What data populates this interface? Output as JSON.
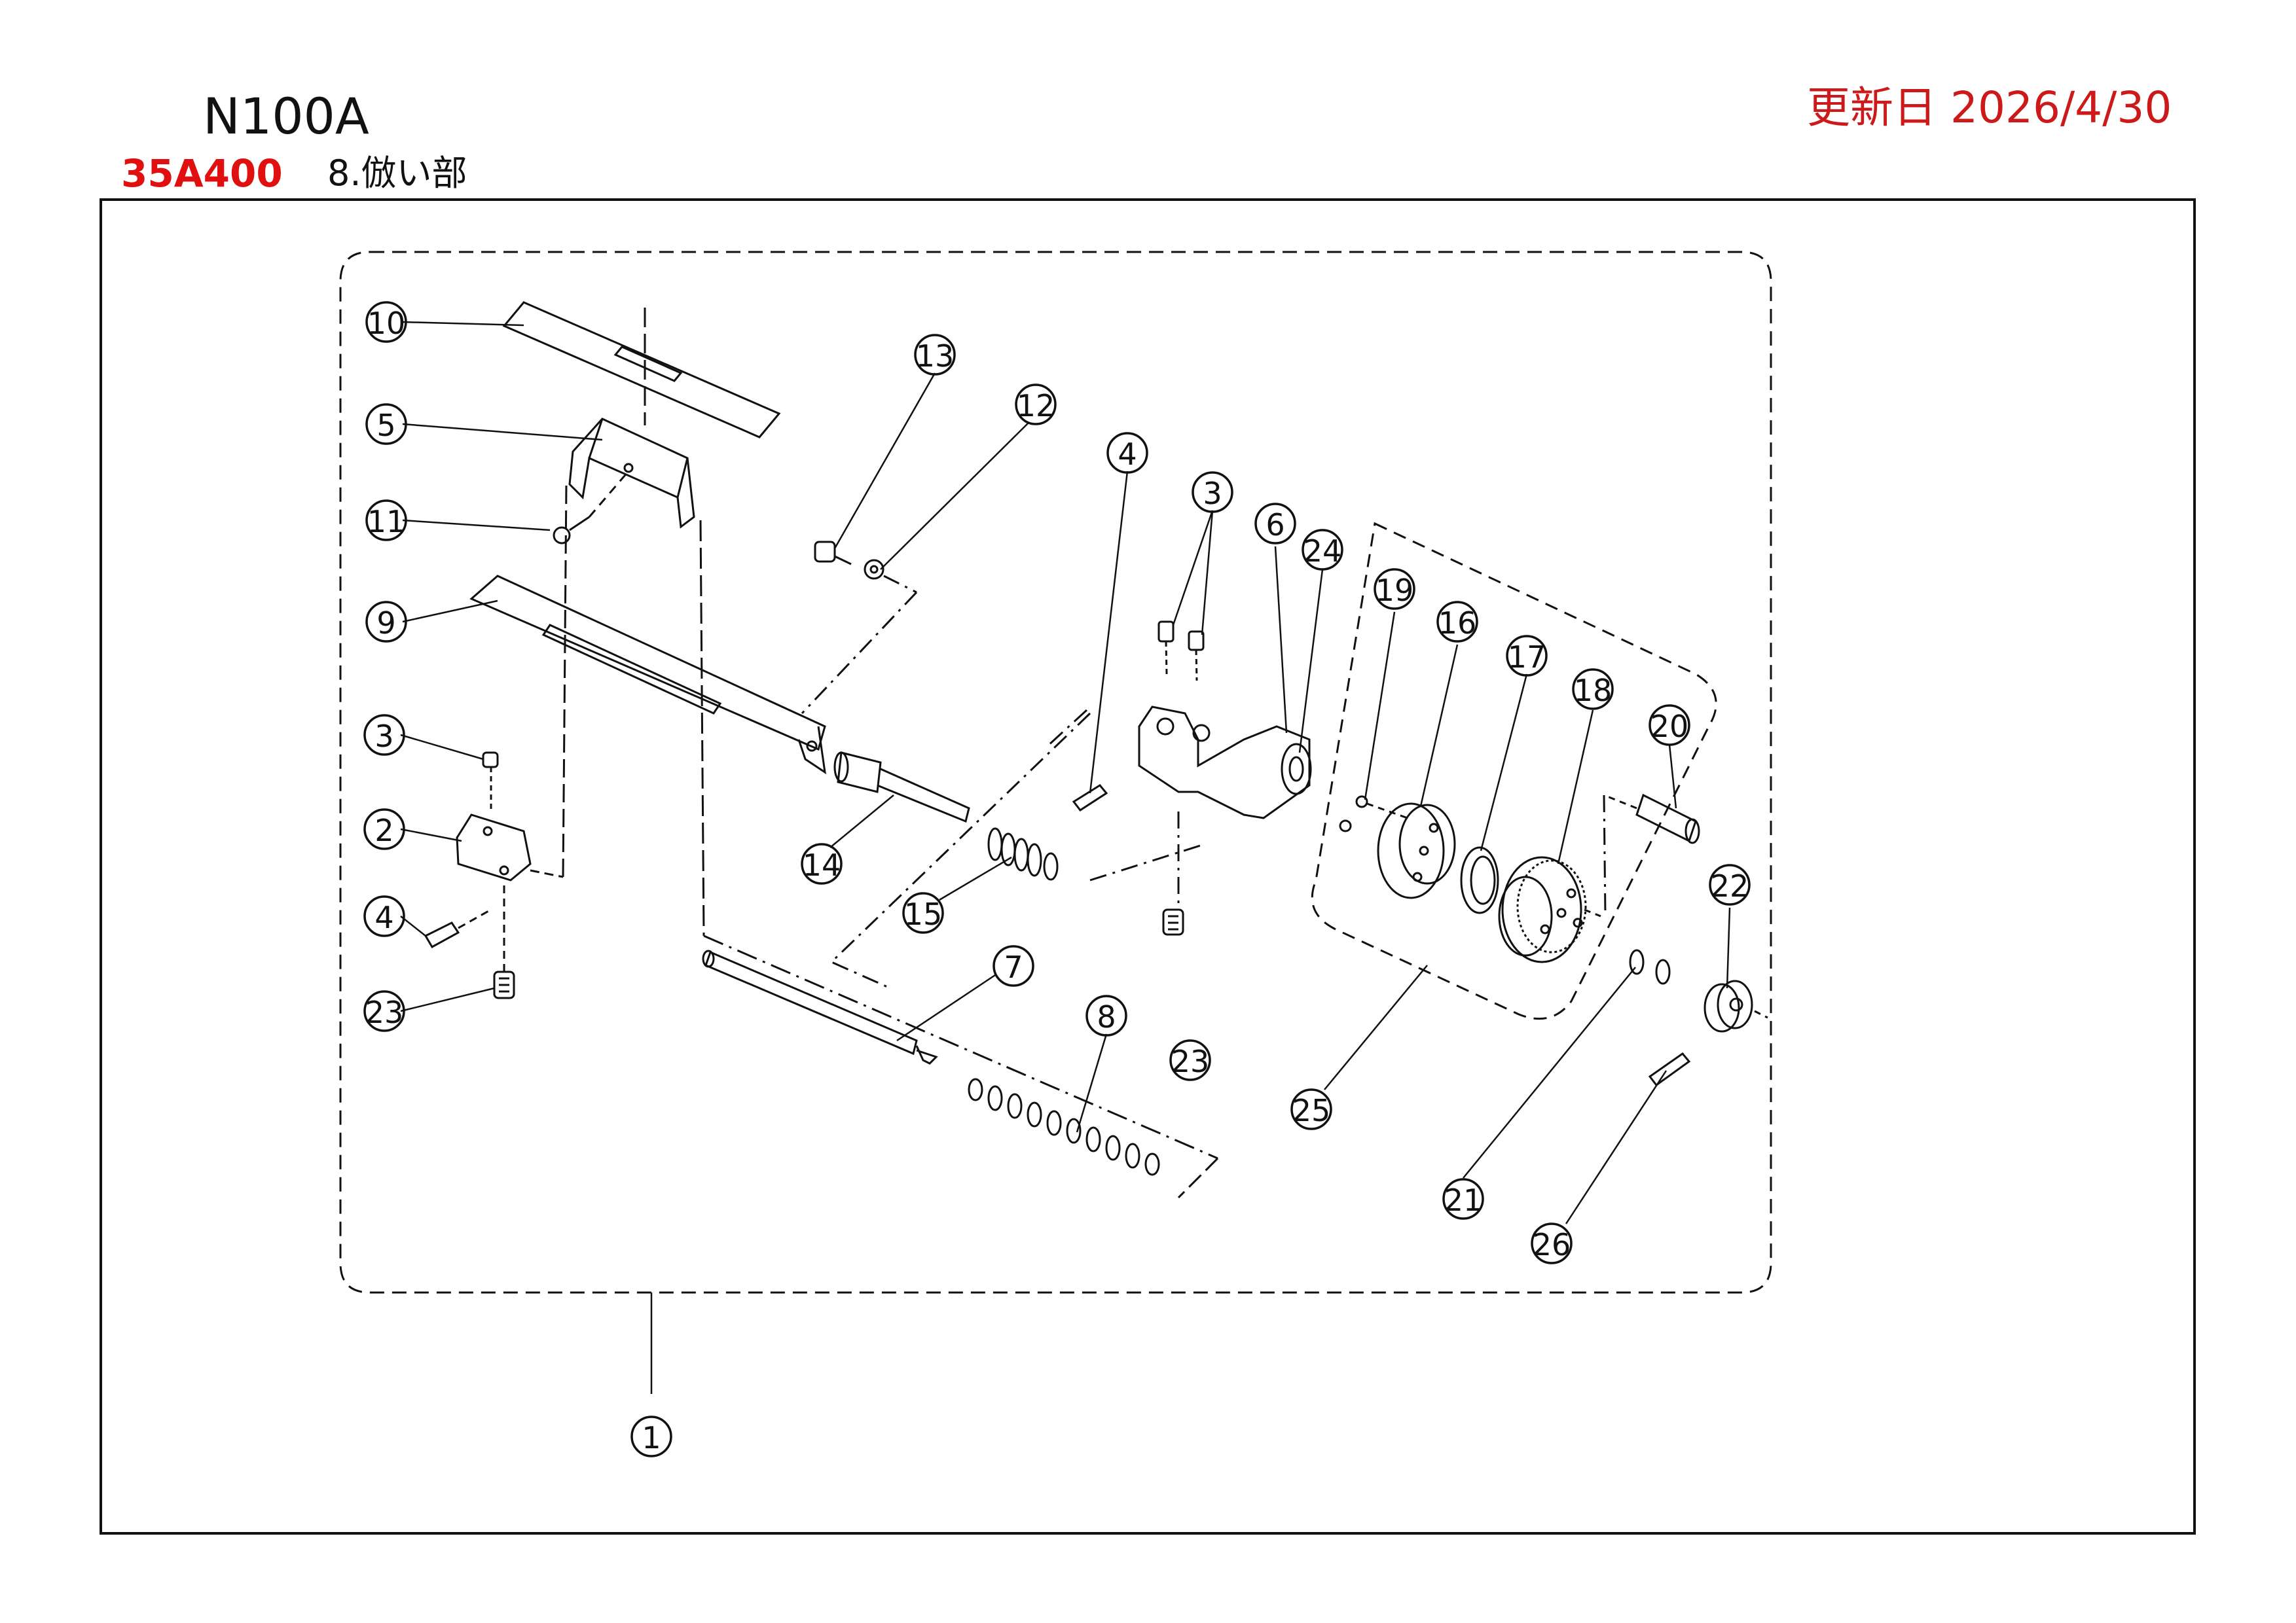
{
  "header": {
    "model": "N100A",
    "code": "35A400",
    "section": "8.倣い部",
    "updated": "更新日 2026/4/30"
  },
  "callouts": [
    {
      "id": "c10",
      "text": "10"
    },
    {
      "id": "c5",
      "text": "5"
    },
    {
      "id": "c11",
      "text": "11"
    },
    {
      "id": "c9",
      "text": "9"
    },
    {
      "id": "c3a",
      "text": "3"
    },
    {
      "id": "c2",
      "text": "2"
    },
    {
      "id": "c4a",
      "text": "4"
    },
    {
      "id": "c23a",
      "text": "23"
    },
    {
      "id": "c13",
      "text": "13"
    },
    {
      "id": "c12",
      "text": "12"
    },
    {
      "id": "c14",
      "text": "14"
    },
    {
      "id": "c15",
      "text": "15"
    },
    {
      "id": "c7",
      "text": "7"
    },
    {
      "id": "c8",
      "text": "8"
    },
    {
      "id": "c4b",
      "text": "4"
    },
    {
      "id": "c3b",
      "text": "3"
    },
    {
      "id": "c6",
      "text": "6"
    },
    {
      "id": "c24",
      "text": "24"
    },
    {
      "id": "c23b",
      "text": "23"
    },
    {
      "id": "c19",
      "text": "19"
    },
    {
      "id": "c16",
      "text": "16"
    },
    {
      "id": "c17",
      "text": "17"
    },
    {
      "id": "c18",
      "text": "18"
    },
    {
      "id": "c20",
      "text": "20"
    },
    {
      "id": "c22",
      "text": "22"
    },
    {
      "id": "c25",
      "text": "25"
    },
    {
      "id": "c21",
      "text": "21"
    },
    {
      "id": "c26",
      "text": "26"
    },
    {
      "id": "c1",
      "text": "1"
    }
  ]
}
